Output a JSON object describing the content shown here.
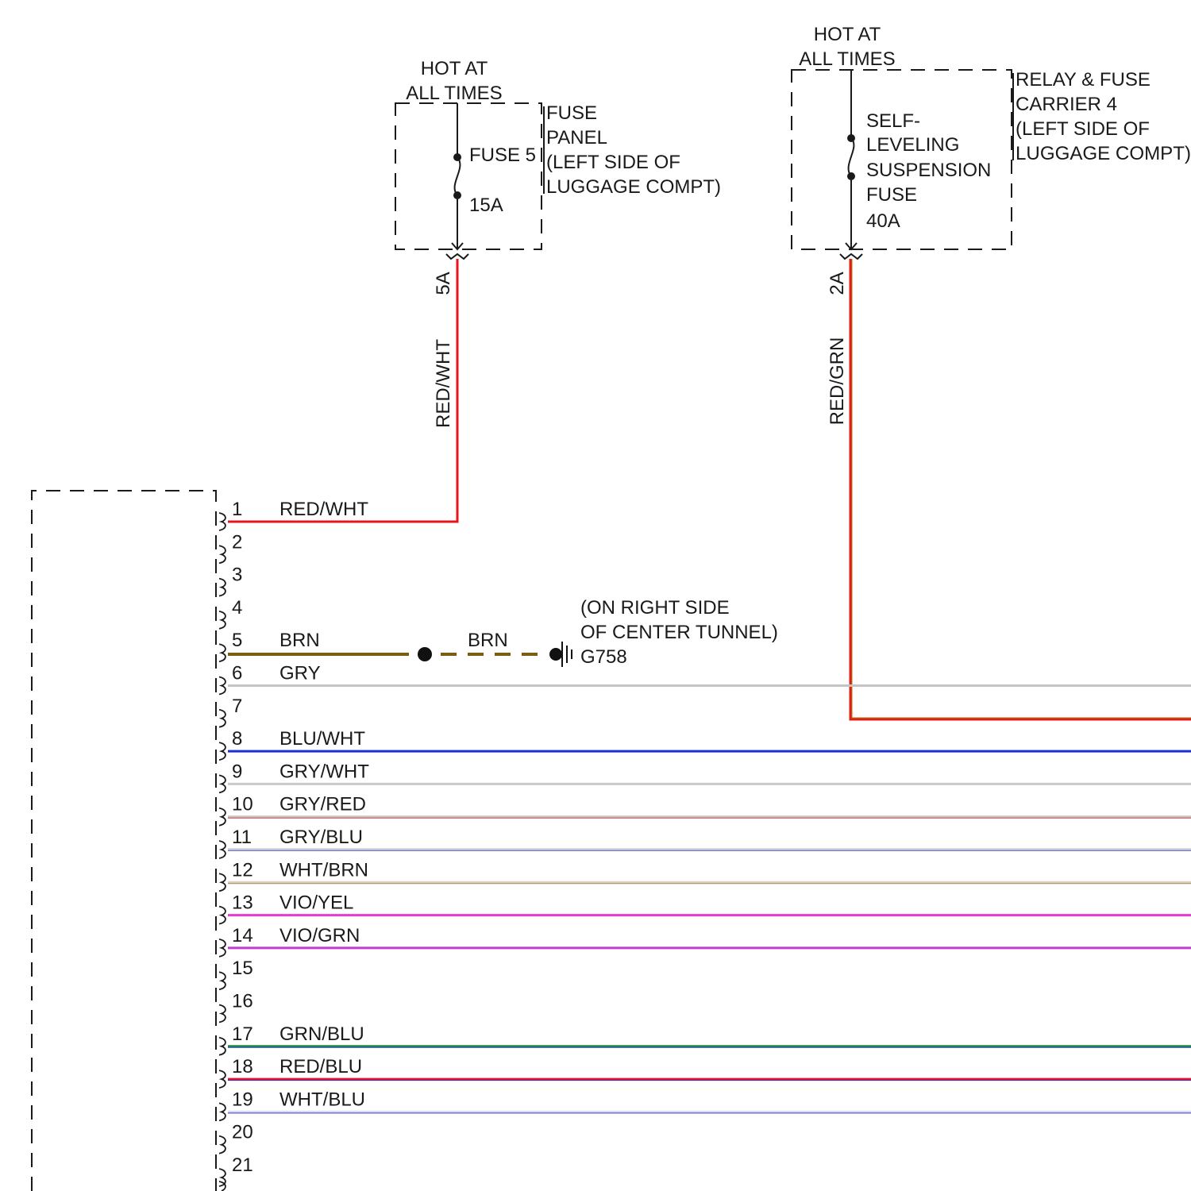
{
  "fuse_panel": {
    "power_label_1": "HOT AT",
    "power_label_2": "ALL TIMES",
    "fuse_name": "FUSE 5",
    "fuse_rating": "15A",
    "panel_1": "FUSE",
    "panel_2": "PANEL",
    "panel_3": "(LEFT SIDE OF",
    "panel_4": "LUGGAGE COMPT)",
    "connector": "5A",
    "wire_color": "RED/WHT"
  },
  "relay_carrier": {
    "power_label_1": "HOT AT",
    "power_label_2": "ALL TIMES",
    "fuse_1": "SELF-",
    "fuse_2": "LEVELING",
    "fuse_3": "SUSPENSION",
    "fuse_4": "FUSE",
    "fuse_rating": "40A",
    "carrier_1": "RELAY & FUSE",
    "carrier_2": "CARRIER 4",
    "carrier_3": "(LEFT SIDE OF",
    "carrier_4": "LUGGAGE COMPT)",
    "connector": "2A",
    "wire_color": "RED/GRN"
  },
  "ground": {
    "wire_color": "BRN",
    "location_1": "(ON RIGHT SIDE",
    "location_2": "OF CENTER TUNNEL)",
    "id": "G758"
  },
  "pins": [
    {
      "pin": "1",
      "wire": "RED/WHT",
      "color": "#e8141e"
    },
    {
      "pin": "2",
      "wire": "",
      "color": ""
    },
    {
      "pin": "3",
      "wire": "",
      "color": ""
    },
    {
      "pin": "4",
      "wire": "",
      "color": ""
    },
    {
      "pin": "5",
      "wire": "BRN",
      "color": "#7a5c12"
    },
    {
      "pin": "6",
      "wire": "GRY",
      "color": "#c4c4c4"
    },
    {
      "pin": "7",
      "wire": "",
      "color": ""
    },
    {
      "pin": "8",
      "wire": "BLU/WHT",
      "color": "#1a2fd6"
    },
    {
      "pin": "9",
      "wire": "GRY/WHT",
      "color": "#c9c9c9"
    },
    {
      "pin": "10",
      "wire": "GRY/RED",
      "color": "#c4c4c4",
      "stripe": "#e23a3a"
    },
    {
      "pin": "11",
      "wire": "GRY/BLU",
      "color": "#c4c4c4",
      "stripe": "#6b72d8"
    },
    {
      "pin": "12",
      "wire": "WHT/BRN",
      "color": "#dcd3bf",
      "stripe": "#9a8a60"
    },
    {
      "pin": "13",
      "wire": "VIO/YEL",
      "color": "#e43ad4"
    },
    {
      "pin": "14",
      "wire": "VIO/GRN",
      "color": "#c43ad0"
    },
    {
      "pin": "15",
      "wire": "",
      "color": ""
    },
    {
      "pin": "16",
      "wire": "",
      "color": ""
    },
    {
      "pin": "17",
      "wire": "GRN/BLU",
      "color": "#1e8a3c",
      "stripe": "#2a3cc8"
    },
    {
      "pin": "18",
      "wire": "RED/BLU",
      "color": "#e0143c",
      "stripe": "#3a2a9c"
    },
    {
      "pin": "19",
      "wire": "WHT/BLU",
      "color": "#d8d8ee",
      "stripe": "#3a3ad8"
    },
    {
      "pin": "20",
      "wire": "",
      "color": ""
    },
    {
      "pin": "21",
      "wire": "",
      "color": ""
    }
  ],
  "colors": {
    "red_wht": "#e8141e",
    "red_grn": "#e01e14",
    "brn": "#7a5c12",
    "ink": "#1a1a1a"
  }
}
